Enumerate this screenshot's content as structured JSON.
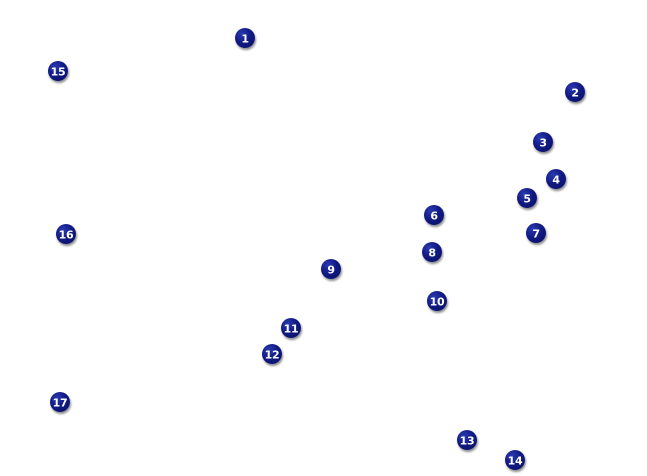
{
  "markers": [
    {
      "label": "1"
    },
    {
      "label": "2"
    },
    {
      "label": "3"
    },
    {
      "label": "4"
    },
    {
      "label": "5"
    },
    {
      "label": "6"
    },
    {
      "label": "7"
    },
    {
      "label": "8"
    },
    {
      "label": "9"
    },
    {
      "label": "10"
    },
    {
      "label": "11"
    },
    {
      "label": "12"
    },
    {
      "label": "13"
    },
    {
      "label": "14"
    },
    {
      "label": "15"
    },
    {
      "label": "16"
    },
    {
      "label": "17"
    }
  ],
  "colors": {
    "marker_fill": "#111a84",
    "marker_text": "#ffffff",
    "background": "#ffffff"
  }
}
